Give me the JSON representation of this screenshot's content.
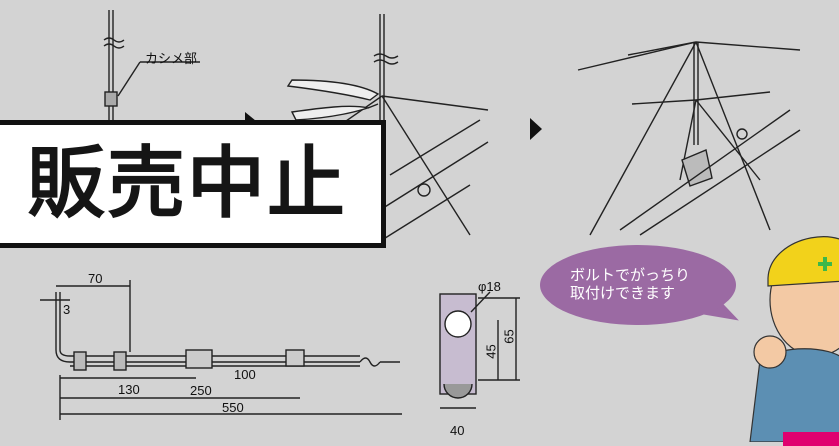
{
  "annotations": {
    "crimp_label": "カシメ部",
    "dims": {
      "d70": "70",
      "d3": "3",
      "d130": "130",
      "d100": "100",
      "d250": "250",
      "d550": "550",
      "phi18": "φ18",
      "d45": "45",
      "d65": "65",
      "d40": "40"
    }
  },
  "banner": {
    "text": "販売中止"
  },
  "bubble": {
    "line1": "ボルトでがっちり",
    "line2": "取付けできます"
  },
  "colors": {
    "background": "#d3d3d3",
    "bubble": "#9b6aa3",
    "helmet": "#f2d21b",
    "jacket": "#5c8fb3",
    "badge": "#e0006f"
  },
  "icons": [
    "arrow-right-icon",
    "worker-mascot-icon"
  ]
}
